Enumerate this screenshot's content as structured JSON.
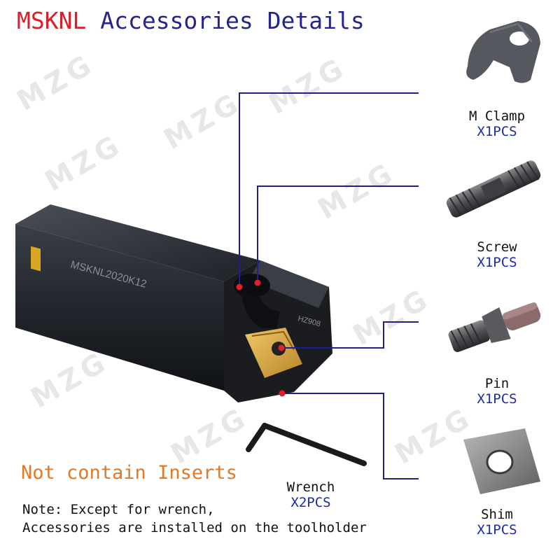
{
  "title": {
    "brand": "MSKNL",
    "rest": "Accessories Details"
  },
  "watermark": "MZG",
  "tool": {
    "marking": "MSKNL2020K12",
    "code": "HZ908"
  },
  "accessories": [
    {
      "name": "M Clamp",
      "qty": "X1PCS"
    },
    {
      "name": "Screw",
      "qty": "X1PCS"
    },
    {
      "name": "Pin",
      "qty": "X1PCS"
    },
    {
      "name": "Shim",
      "qty": "X1PCS"
    },
    {
      "name": "Wrench",
      "qty": "X2PCS"
    }
  ],
  "notice": "Not contain Inserts",
  "note": {
    "line1": "Note: Except for wrench,",
    "line2": "Accessories are installed on the toolholder"
  },
  "colors": {
    "brand": "#d9202a",
    "title": "#24248c",
    "leader": "#1e1e8c",
    "qty": "#1c2aa8",
    "notice": "#e07a2a",
    "marker": "#e0202a"
  }
}
